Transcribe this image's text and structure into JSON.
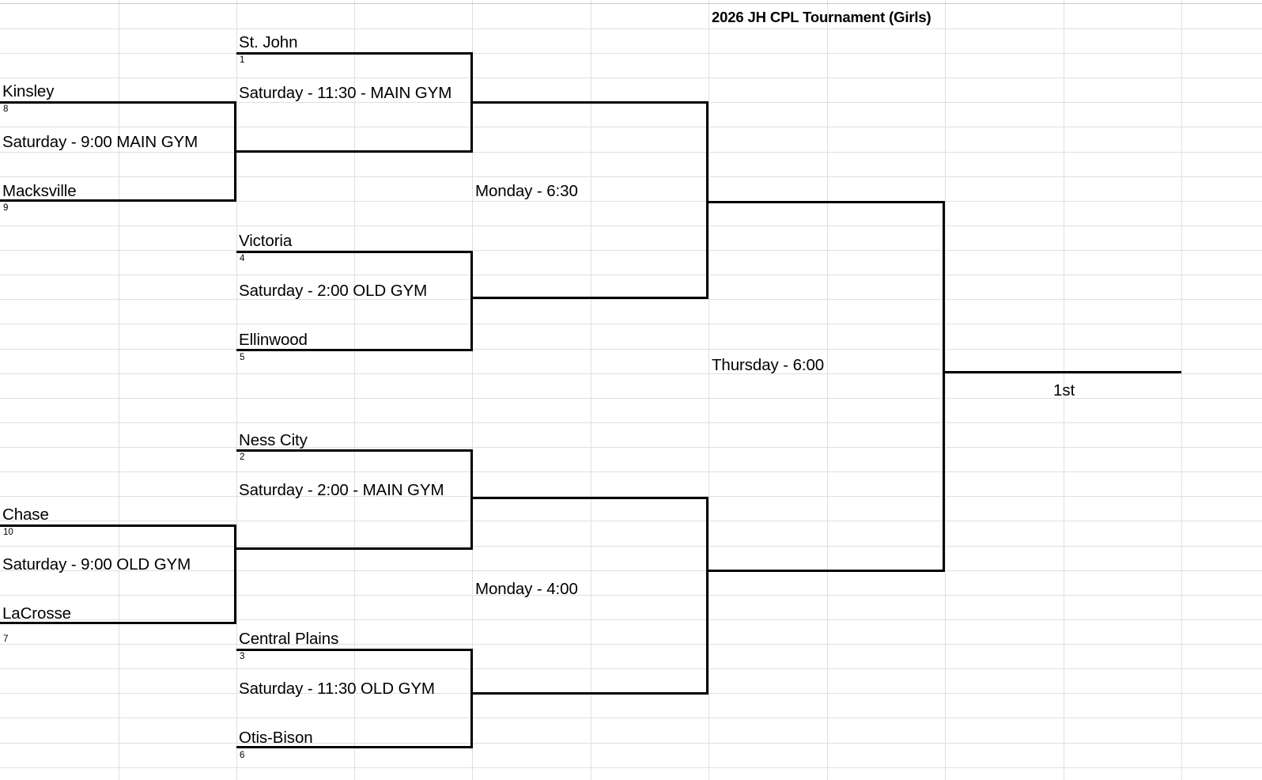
{
  "header": {
    "title": "2026 JH CPL Tournament (Girls)"
  },
  "bracket": {
    "round1": [
      {
        "top_team": "Kinsley",
        "top_seed": "8",
        "bottom_team": "Macksville",
        "bottom_seed": "9",
        "game_info": "Saturday - 9:00 MAIN GYM"
      },
      {
        "top_team": "Chase",
        "top_seed": "10",
        "bottom_team": "LaCrosse",
        "bottom_seed": "7",
        "game_info": "Saturday - 9:00 OLD GYM"
      }
    ],
    "round2": [
      {
        "top_team": "St. John",
        "top_seed": "1",
        "game_info": "Saturday - 11:30 - MAIN GYM"
      },
      {
        "top_team": "Victoria",
        "top_seed": "4",
        "bottom_team": "Ellinwood",
        "bottom_seed": "5",
        "game_info": "Saturday - 2:00 OLD GYM"
      },
      {
        "top_team": "Ness City",
        "top_seed": "2",
        "game_info": "Saturday - 2:00 - MAIN GYM"
      },
      {
        "top_team": "Central Plains",
        "top_seed": "3",
        "bottom_team": "Otis-Bison",
        "bottom_seed": "6",
        "game_info": "Saturday - 11:30 OLD GYM"
      }
    ],
    "semifinals": [
      {
        "game_info": "Monday - 6:30"
      },
      {
        "game_info": "Monday - 4:00"
      }
    ],
    "final": {
      "game_info": "Thursday - 6:00"
    },
    "champion": {
      "place_label": "1st"
    }
  },
  "colors": {
    "stroke": "#000000",
    "gridline": "#e0e0e0",
    "background": "#ffffff",
    "text": "#000000"
  }
}
